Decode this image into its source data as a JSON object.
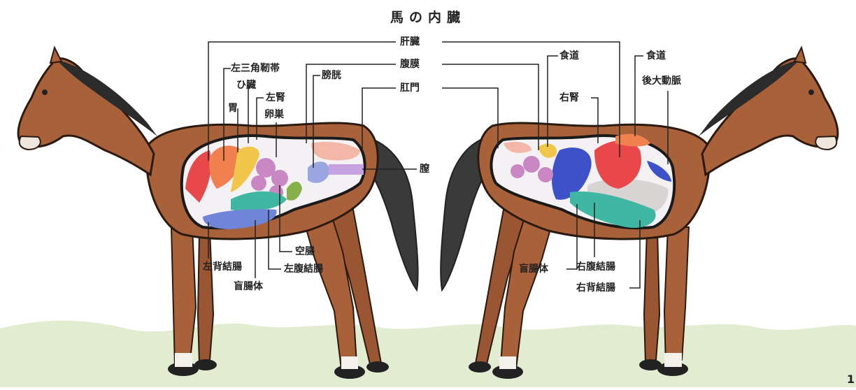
{
  "title": "馬の内臓",
  "center_labels": {
    "liver": "肝臓",
    "peritoneum": "腹膜",
    "anus": "肛門"
  },
  "left_horse": {
    "left_triangular_ligament": "左三角靭帯",
    "spleen": "ひ臓",
    "stomach": "胃",
    "left_kidney": "左腎",
    "ovary": "卵巣",
    "bladder": "膀胱",
    "vagina": "膣",
    "jejunum": "空腸",
    "left_dorsal_colon": "左背結腸",
    "left_ventral_colon": "左腹結腸",
    "cecum_body": "盲腸体"
  },
  "right_horse": {
    "esophagus_1": "食道",
    "esophagus_2": "食道",
    "posterior_aorta": "後大動脈",
    "right_kidney": "右腎",
    "cecum_body": "盲腸体",
    "right_ventral_colon": "右腹結腸",
    "right_dorsal_colon": "右背結腸"
  },
  "page_number": "1",
  "colors": {
    "horse_coat": "#a9613a",
    "horse_dark": "#6b3a1f",
    "mane": "#2b2b2b",
    "tail": "#3a3a3a",
    "ground": "#e2ecd0",
    "liver": "#e8484a",
    "stomach": "#f08050",
    "spleen": "#f2c64a",
    "intestine_pink": "#c987c4",
    "colon_blue": "#6f86d8",
    "colon_teal": "#3fb7a3",
    "bladder": "#9aa6e0",
    "lung_gray": "#d9d4d4",
    "kidney_blue": "#3d52c8"
  }
}
